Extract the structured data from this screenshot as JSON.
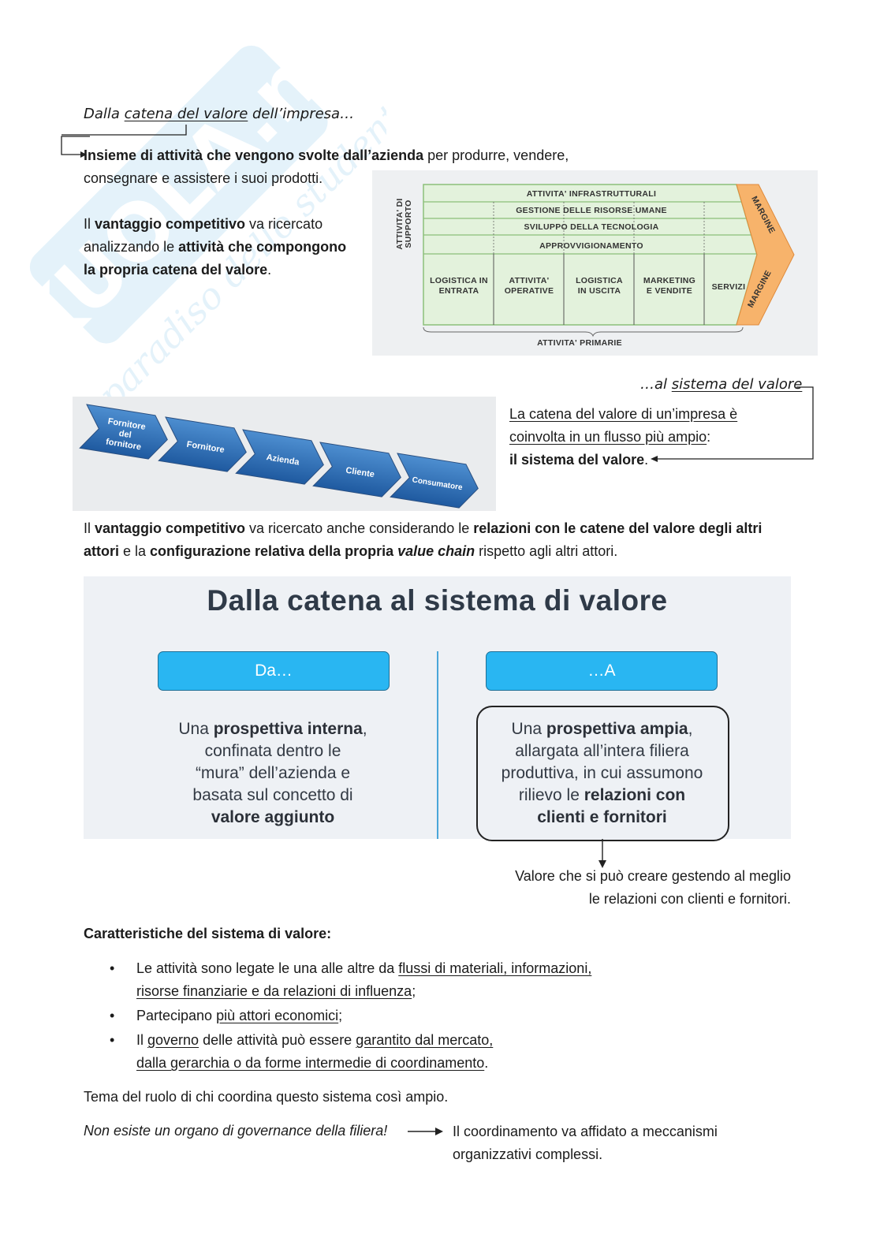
{
  "watermark": {
    "brand": "SKUOLA.net",
    "tagline": "il paradiso dello studente"
  },
  "intro": {
    "heading_pre": "Dalla ",
    "heading_link": "catena del valore",
    "heading_post": " dell’impresa…",
    "p1_bold": "Insieme di attività che vengono svolte dall’azienda",
    "p1_rest": " per produrre, vendere,",
    "p1_line2": "consegnare e assistere i suoi prodotti.",
    "p2_a": "Il ",
    "p2_b": "vantaggio competitivo",
    "p2_c": " va ricercato",
    "p2_d": "analizzando le ",
    "p2_e": "attività che compongono",
    "p2_f": "la propria catena del valore",
    "p2_g": "."
  },
  "value_chain": {
    "support_label_1": "ATTIVITA' DI",
    "support_label_2": "SUPPORTO",
    "support": [
      "ATTIVITA' INFRASTRUTTURALI",
      "GESTIONE DELLE RISORSE UMANE",
      "SVILUPPO DELLA TECNOLOGIA",
      "APPROVVIGIONAMENTO"
    ],
    "primary": [
      {
        "l1": "LOGISTICA IN",
        "l2": "ENTRATA"
      },
      {
        "l1": "ATTIVITA'",
        "l2": "OPERATIVE"
      },
      {
        "l1": "LOGISTICA",
        "l2": "IN USCITA"
      },
      {
        "l1": "MARKETING",
        "l2": "E VENDITE"
      },
      {
        "l1": "SERVIZI",
        "l2": ""
      }
    ],
    "margin": "MARGINE",
    "primary_label": "ATTIVITA' PRIMARIE",
    "colors": {
      "fill": "#e3f2dc",
      "stroke": "#8cc07a",
      "arrow": "#f7b36b"
    }
  },
  "system": {
    "heading_pre": "…al ",
    "heading_link": "sistema del valore",
    "p_line1": "La catena del valore di un’impresa è",
    "p_line2": "coinvolta in un flusso più ampio",
    "p_line2_end": ":",
    "p_bold": "il sistema del valore",
    "p_end": ".",
    "chain": [
      {
        "l1": "Fornitore",
        "l2": "del",
        "l3": "fornitore"
      },
      {
        "l1": "Fornitore",
        "l2": "",
        "l3": ""
      },
      {
        "l1": "Azienda",
        "l2": "",
        "l3": ""
      },
      {
        "l1": "Cliente",
        "l2": "",
        "l3": ""
      },
      {
        "l1": "Consumatore",
        "l2": "",
        "l3": ""
      }
    ]
  },
  "advantage": {
    "a": "Il ",
    "b": "vantaggio competitivo",
    "c": " va ricercato anche considerando le ",
    "d": "relazioni con le catene del valore degli altri",
    "e": "attori",
    "f": " e la ",
    "g": "configurazione relativa della propria ",
    "h": "value chain",
    "i": " rispetto agli altri attori."
  },
  "comparison": {
    "title": "Dalla catena al sistema di valore",
    "left_pill": "Da…",
    "right_pill": "…A",
    "left": {
      "l1a": "Una ",
      "l1b": "prospettiva interna",
      "l1c": ",",
      "l2": "confinata dentro le",
      "l3": "“mura” dell’azienda e",
      "l4": "basata sul concetto di",
      "l5": "valore aggiunto"
    },
    "right": {
      "l1a": "Una ",
      "l1b": "prospettiva ampia",
      "l1c": ",",
      "l2": "allargata all’intera filiera",
      "l3": "produttiva, in cui assumono",
      "l4a": "rilievo le ",
      "l4b": "relazioni con",
      "l5": "clienti e fornitori"
    },
    "note_line1": "Valore che si può creare gestendo al meglio",
    "note_line2": "le relazioni con clienti e fornitori."
  },
  "features": {
    "title": "Caratteristiche del sistema di valore:",
    "b1_a": "Le attività sono legate le una alle altre da ",
    "b1_u1": "flussi di materiali, informazioni,",
    "b1_u2": "risorse finanziarie e da relazioni di influenza",
    "b1_end": ";",
    "b2_a": "Partecipano ",
    "b2_u": "più attori economici",
    "b2_end": ";",
    "b3_a": "Il ",
    "b3_u1": "governo",
    "b3_b": " delle attività può essere ",
    "b3_u2": "garantito dal mercato,",
    "b3_u3": "dalla gerarchia o da forme intermedie di coordinamento",
    "b3_end": "."
  },
  "closing": {
    "theme": "Tema del ruolo di chi coordina questo sistema così ampio.",
    "italic": "Non esiste un organo di governance della filiera!",
    "result_line1": "Il coordinamento va affidato a meccanismi",
    "result_line2": "organizzativi complessi."
  }
}
